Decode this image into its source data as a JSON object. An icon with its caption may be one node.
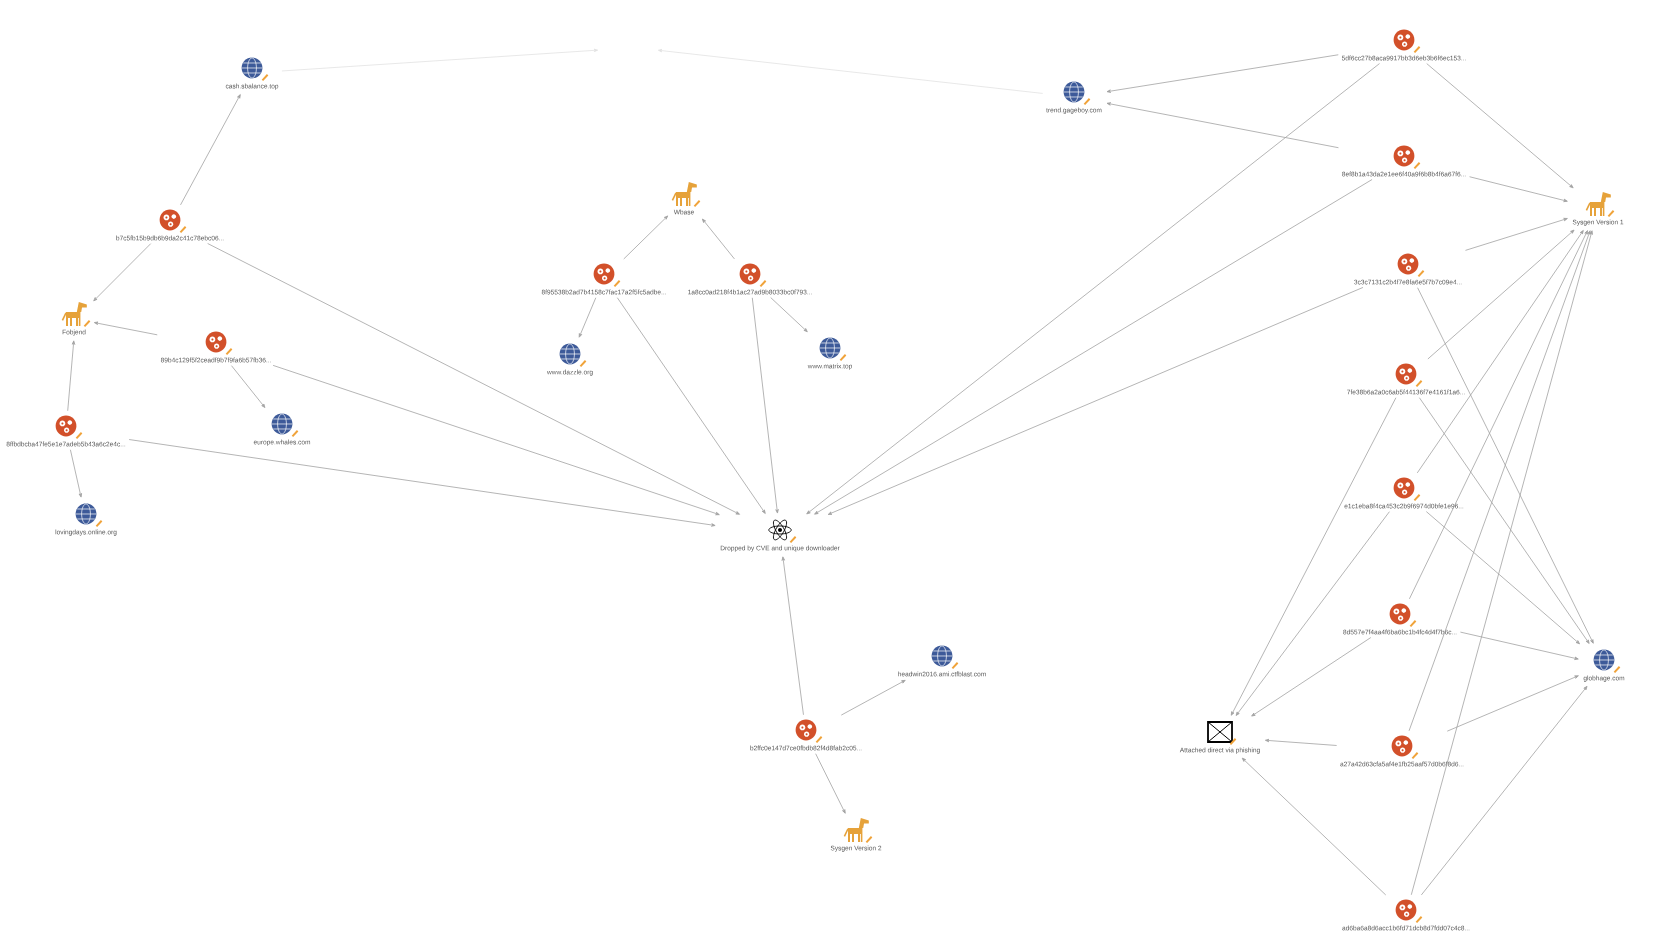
{
  "diagram": {
    "nodes": [
      {
        "text": [
          "5df6cc27b8aca9917bb3d6eb3b6f6ec153..."
        ]
      },
      {
        "text": [
          "cash.sbalance.top"
        ]
      },
      {
        "text": [
          "trend.gageboy.com"
        ]
      },
      {
        "text": [
          "8ef8b1a43da2e1ee6f40a9f6b8b4f6a67f6..."
        ]
      },
      {
        "text": [
          "Wbase"
        ]
      },
      {
        "text": [
          "Sysgen Version 1"
        ]
      },
      {
        "text": [
          "b7c5fb15b9db6b9da2c41c78ebc06..."
        ]
      },
      {
        "text": [
          "3c3c7131c2b4f7e8fa6e5f7b7c09e4..."
        ]
      },
      {
        "text": [
          "8f95538b2ad7b4158c7fac17a2f5fc5adbe..."
        ]
      },
      {
        "text": [
          "1a8cc0ad218f4b1ac27ad9b8033bc0f793..."
        ]
      },
      {
        "text": [
          "Fobjend"
        ]
      },
      {
        "text": [
          "89b4c129f5f2ceadf9b7f9fa6b57fb36..."
        ]
      },
      {
        "text": [
          "www.dazzle.org"
        ]
      },
      {
        "text": [
          "www.matrix.top"
        ]
      },
      {
        "text": [
          "7fe38b6a2a0c6ab5f44136f7e4161f1a6..."
        ]
      },
      {
        "text": [
          "8ffbdbcba47fe5e1e7adeb5b43a6c2e4c..."
        ]
      },
      {
        "text": [
          "europe.whales.com"
        ]
      },
      {
        "text": [
          "e1c1eba8f4ca453c2b9f6974d0bfe1e96..."
        ]
      },
      {
        "text": [
          "lovingdays.online.org"
        ]
      },
      {
        "text": [
          "Dropped by CVE and unique downloader"
        ]
      },
      {
        "text": [
          "8d557e7f4aa4f6ba6bc1b4fc4d4f7b6c..."
        ]
      },
      {
        "text": [
          "headwin2016.ami.ctfblast.com"
        ]
      },
      {
        "text": [
          "globhage.com"
        ]
      },
      {
        "text": [
          "b2ffc0e147d7ce0fbdb82f4d8fab2c05..."
        ]
      },
      {
        "text": [
          "Attached direct via phishing"
        ]
      },
      {
        "text": [
          "a27a42d63cfa5af4e1fb25aaf57d0b6f8d6..."
        ]
      },
      {
        "text": [
          "Sysgen Version 2"
        ]
      },
      {
        "text": [
          "ad6ba6a8d6acc1b6fd71dcb8d7fdd07c4c8..."
        ]
      }
    ],
    "edges": [
      {
        "from": 1,
        "to": null,
        "arrow": "to",
        "color": "#e2e2e2"
      },
      {
        "from": 2,
        "to": null,
        "arrow": "to",
        "color": "#e2e2e2"
      },
      {
        "from": 0,
        "to": 2,
        "arrow": "to"
      },
      {
        "from": 0,
        "to": 5,
        "arrow": "to"
      },
      {
        "from": 0,
        "to": 19,
        "arrow": "to"
      },
      {
        "from": 3,
        "to": 2,
        "arrow": "to"
      },
      {
        "from": 3,
        "to": 5,
        "arrow": "to"
      },
      {
        "from": 3,
        "to": 19,
        "arrow": "to"
      },
      {
        "from": 6,
        "to": 1,
        "arrow": "to"
      },
      {
        "from": 6,
        "to": 10,
        "arrow": "to"
      },
      {
        "from": 6,
        "to": 19,
        "arrow": "to"
      },
      {
        "from": 7,
        "to": 5,
        "arrow": "to"
      },
      {
        "from": 7,
        "to": 19,
        "arrow": "to"
      },
      {
        "from": 7,
        "to": 22,
        "arrow": "to"
      },
      {
        "from": 8,
        "to": 4,
        "arrow": "to"
      },
      {
        "from": 8,
        "to": 12,
        "arrow": "to"
      },
      {
        "from": 8,
        "to": 19,
        "arrow": "to"
      },
      {
        "from": 9,
        "to": 4,
        "arrow": "to"
      },
      {
        "from": 9,
        "to": 13,
        "arrow": "to"
      },
      {
        "from": 9,
        "to": 19,
        "arrow": "to"
      },
      {
        "from": 11,
        "to": 10,
        "arrow": "to"
      },
      {
        "from": 11,
        "to": 16,
        "arrow": "to"
      },
      {
        "from": 11,
        "to": 19,
        "arrow": "to"
      },
      {
        "from": 14,
        "to": 5,
        "arrow": "to"
      },
      {
        "from": 14,
        "to": 24,
        "arrow": "to"
      },
      {
        "from": 14,
        "to": 22,
        "arrow": "to"
      },
      {
        "from": 15,
        "to": 10,
        "arrow": "to"
      },
      {
        "from": 15,
        "to": 18,
        "arrow": "to"
      },
      {
        "from": 15,
        "to": 19,
        "arrow": "to"
      },
      {
        "from": 17,
        "to": 5,
        "arrow": "to"
      },
      {
        "from": 17,
        "to": 24,
        "arrow": "to"
      },
      {
        "from": 17,
        "to": 22,
        "arrow": "to"
      },
      {
        "from": 20,
        "to": 5,
        "arrow": "to"
      },
      {
        "from": 20,
        "to": 24,
        "arrow": "to"
      },
      {
        "from": 20,
        "to": 22,
        "arrow": "to"
      },
      {
        "from": 23,
        "to": 19,
        "arrow": "to"
      },
      {
        "from": 23,
        "to": 21,
        "arrow": "to"
      },
      {
        "from": 23,
        "to": 26,
        "arrow": "to"
      },
      {
        "from": 25,
        "to": 5,
        "arrow": "to"
      },
      {
        "from": 25,
        "to": 24,
        "arrow": "to"
      },
      {
        "from": 25,
        "to": 22,
        "arrow": "to"
      },
      {
        "from": 27,
        "to": 5,
        "arrow": "to"
      },
      {
        "from": 27,
        "to": 24,
        "arrow": "to"
      },
      {
        "from": 27,
        "to": 22,
        "arrow": "to"
      }
    ]
  }
}
